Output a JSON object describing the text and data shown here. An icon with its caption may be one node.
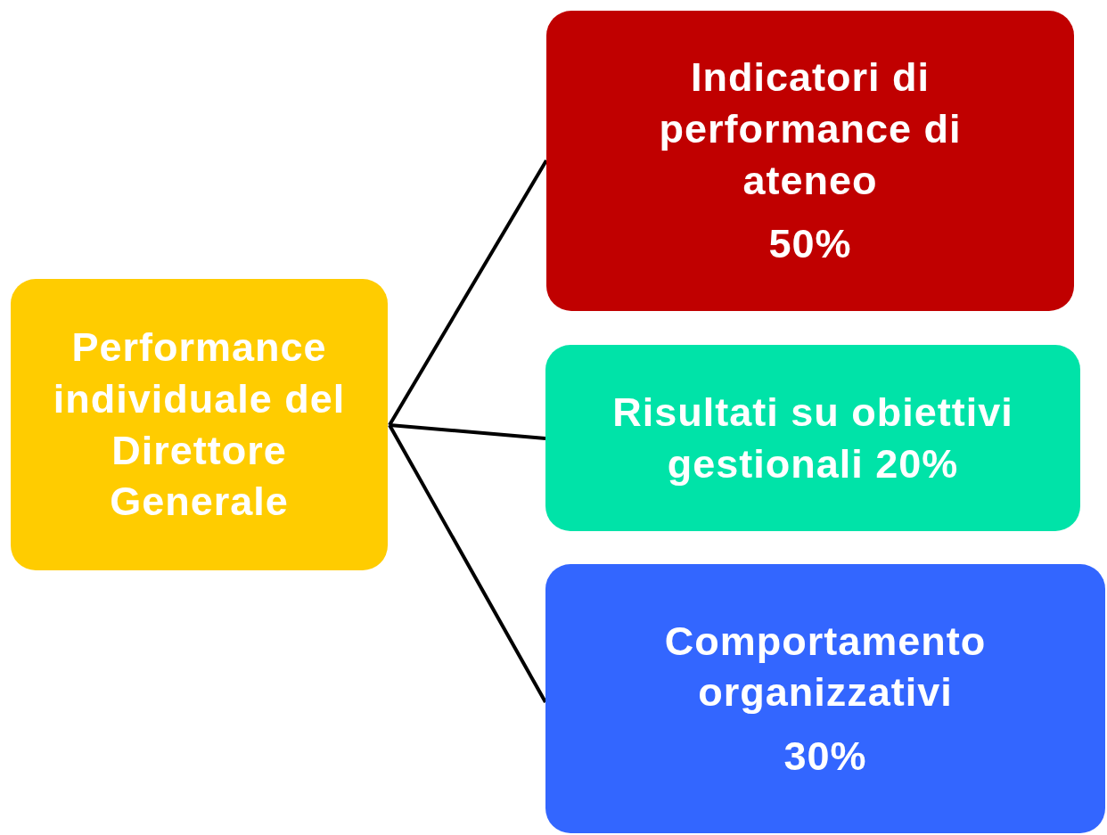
{
  "diagram": {
    "nodes": [
      {
        "text": [
          "Performance individuale del Direttore Generale"
        ]
      },
      {
        "text": [
          "Indicatori di performance di ateneo",
          "50%"
        ]
      },
      {
        "text": [
          "Risultati su obiettivi gestionali 20%"
        ]
      },
      {
        "text": [
          "Comportamento organizzativi",
          "30%"
        ]
      }
    ],
    "edges": [
      {
        "from": 0,
        "to": 1,
        "arrow": "none"
      },
      {
        "from": 0,
        "to": 2,
        "arrow": "none"
      },
      {
        "from": 0,
        "to": 3,
        "arrow": "none"
      }
    ]
  }
}
